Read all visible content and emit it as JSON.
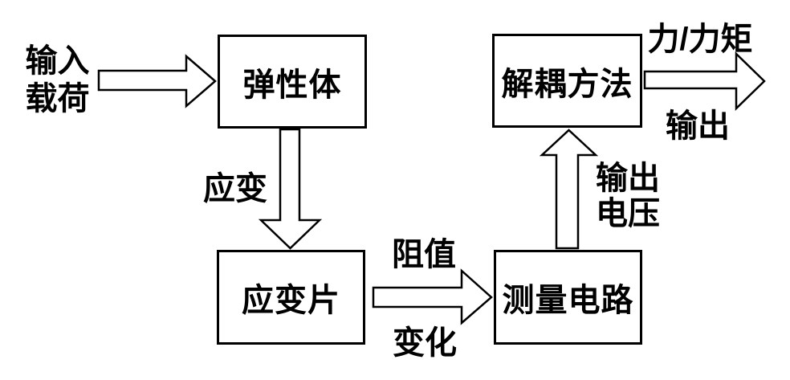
{
  "diagram": {
    "type": "flowchart",
    "colors": {
      "stroke": "#000000",
      "fill": "#ffffff",
      "text": "#000000"
    },
    "nodes": [
      {
        "id": "elastic-body",
        "label": "弹性体"
      },
      {
        "id": "decoupling-method",
        "label": "解耦方法"
      },
      {
        "id": "strain-gauge",
        "label": "应变片"
      },
      {
        "id": "measurement-circuit",
        "label": "测量电路"
      }
    ],
    "edge_labels": {
      "input_load": {
        "line1": "输入",
        "line2": "载荷"
      },
      "strain": {
        "text": "应变"
      },
      "resistance_change": {
        "line1": "阻值",
        "line2": "变化"
      },
      "output_voltage": {
        "line1": "输出",
        "line2": "电压"
      },
      "force_torque": {
        "text": "力/力矩"
      },
      "output": {
        "text": "输出"
      }
    },
    "edges": [
      {
        "from": "external-input",
        "to": "elastic-body",
        "label": "输入载荷",
        "direction": "right"
      },
      {
        "from": "elastic-body",
        "to": "strain-gauge",
        "label": "应变",
        "direction": "down"
      },
      {
        "from": "strain-gauge",
        "to": "measurement-circuit",
        "label": "阻值变化",
        "direction": "right"
      },
      {
        "from": "measurement-circuit",
        "to": "decoupling-method",
        "label": "输出电压",
        "direction": "up"
      },
      {
        "from": "decoupling-method",
        "to": "external-output",
        "label": "力/力矩 输出",
        "direction": "right"
      }
    ]
  }
}
